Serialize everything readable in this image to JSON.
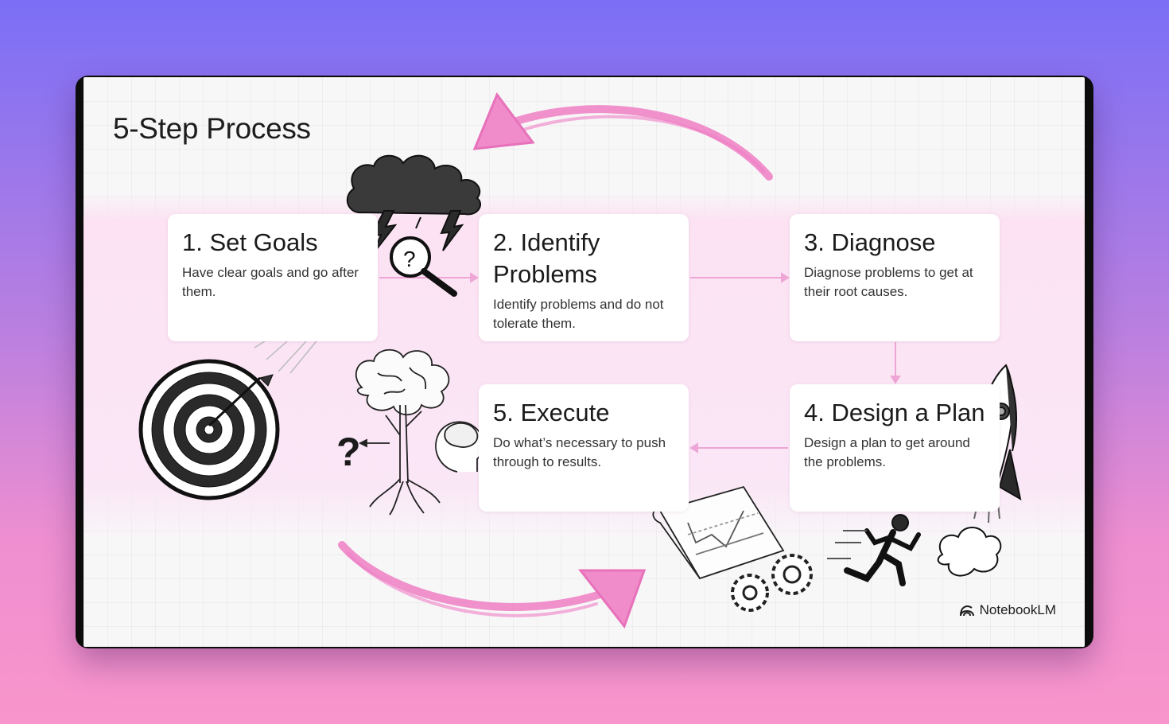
{
  "slide": {
    "title": "5-Step Process",
    "brand": "NotebookLM",
    "steps": [
      {
        "heading": "1. Set Goals",
        "text": "Have clear goals and go after them."
      },
      {
        "heading": "2. Identify Problems",
        "text": "Identify problems and do not tolerate them."
      },
      {
        "heading": "3. Diagnose",
        "text": "Diagnose problems to get at their root causes."
      },
      {
        "heading": "4. Design a Plan",
        "text": "Design a plan to get around the problems."
      },
      {
        "heading": "5. Execute",
        "text": "Do what’s necessary to push through to results."
      }
    ]
  },
  "colors": {
    "accent": "#ef7fc4",
    "connector": "#eea6d6",
    "ink": "#1b1b1b"
  },
  "icons": [
    "target-icon",
    "storm-cloud-icon",
    "magnifier-icon",
    "tree-brain-icon",
    "question-mark-icon",
    "rocket-icon",
    "blueprint-gears-icon",
    "runner-icon",
    "notebooklm-logo-icon"
  ]
}
